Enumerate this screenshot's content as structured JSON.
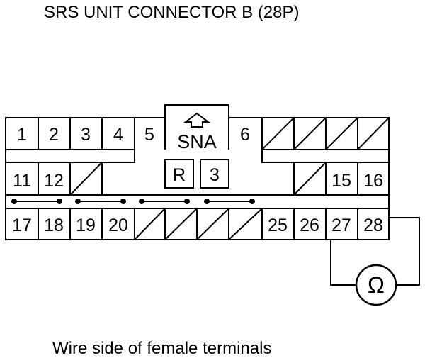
{
  "title": "SRS UNIT CONNECTOR B (28P)",
  "caption": "Wire side of female terminals",
  "connector": {
    "label": "SNA",
    "lock_tab_labels": [
      "R",
      "3"
    ],
    "row1_terminals": [
      "1",
      "2",
      "3",
      "4",
      "5",
      "6"
    ],
    "row2_terminals": [
      "11",
      "12",
      "15",
      "16"
    ],
    "row3_terminals": [
      "17",
      "18",
      "19",
      "20",
      "25",
      "26",
      "27",
      "28"
    ],
    "row1_empty_count": 4,
    "row2_empty_count": 2,
    "row3_empty_count": 4,
    "shorting_bars_count": 4
  },
  "meter": {
    "symbol": "Ω",
    "icon": "ohmmeter-icon",
    "connected_terminals": [
      "27",
      "28"
    ]
  }
}
